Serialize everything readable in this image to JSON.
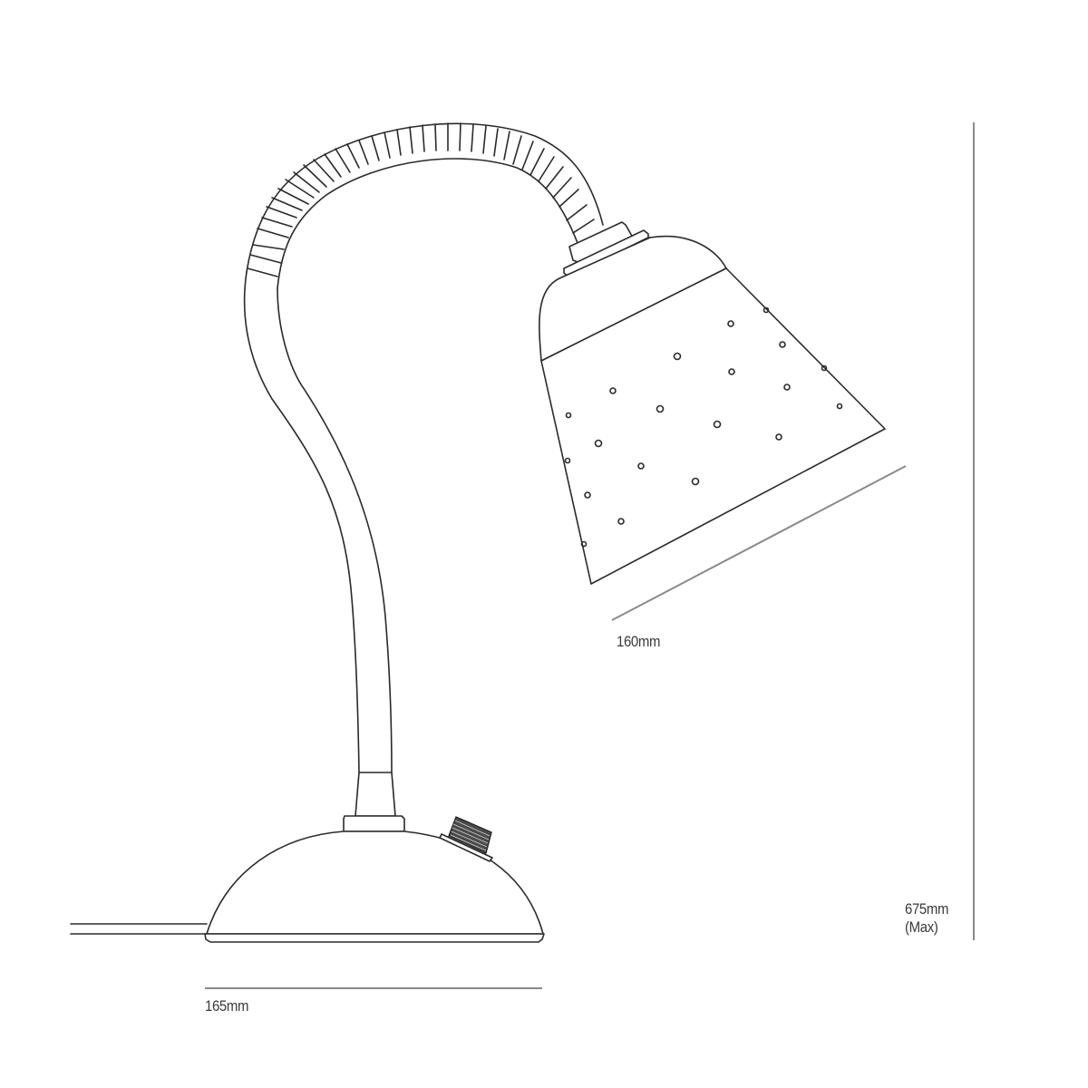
{
  "drawing": {
    "subject": "desk lamp with flexible neck, perforated conical shade and domed base with dimmer knob",
    "line_color": "#2a2a2a",
    "dimension_line_color": "#8a8a8a",
    "background": "#ffffff"
  },
  "dimensions": {
    "shade_width": {
      "label": "160mm"
    },
    "base_width": {
      "label": "165mm"
    },
    "height": {
      "label": "675mm",
      "qualifier": "(Max)"
    }
  },
  "parts": [
    {
      "name": "shade",
      "note": "conical, perforated with small holes"
    },
    {
      "name": "flexible-neck",
      "note": "segmented gooseneck"
    },
    {
      "name": "stem"
    },
    {
      "name": "base",
      "note": "dome with rotary knob"
    },
    {
      "name": "power-cable"
    }
  ]
}
